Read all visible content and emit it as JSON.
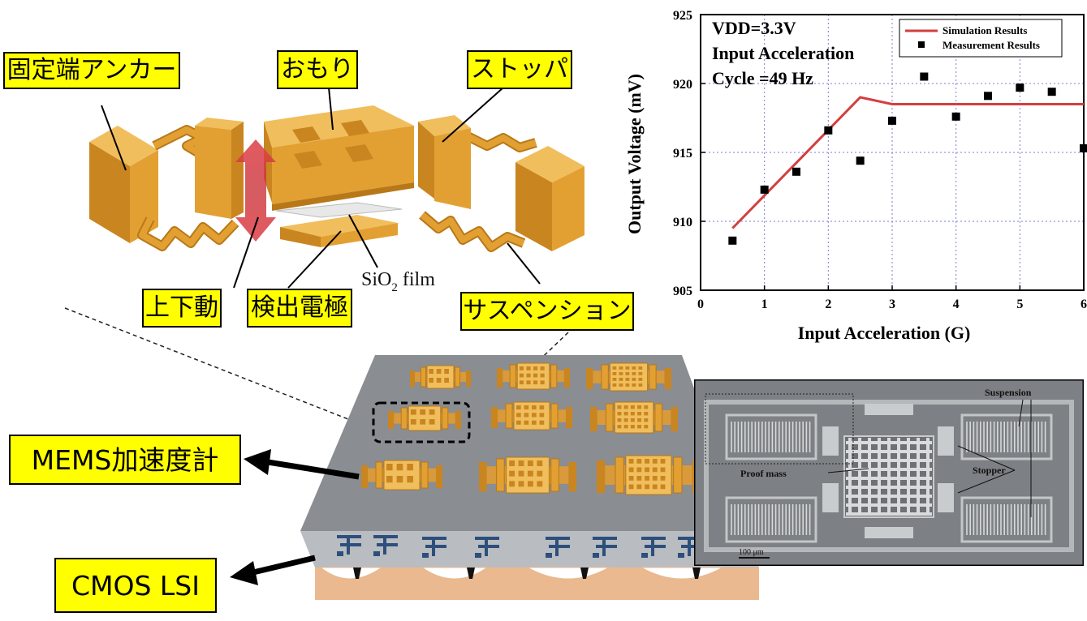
{
  "labels": {
    "anchor": "固定端アンカー",
    "mass": "おもり",
    "stopper": "ストッパ",
    "updown": "上下動",
    "electrode": "検出電極",
    "suspension": "サスペンション",
    "mems": "MEMS加速度計",
    "cmos": "CMOS LSI",
    "sio2_prefix": "SiO",
    "sio2_sub": "2",
    "sio2_suffix": " film"
  },
  "sem": {
    "suspension": "Suspension",
    "proof_mass": "Proof mass",
    "stopper": "Stopper",
    "scale": "100 μm"
  },
  "colors": {
    "gold": "#e3a032",
    "gold_dark": "#b87818",
    "gold_light": "#f2c46a",
    "arrow_red": "#d9363e",
    "chip_top": "#8a8d92",
    "chip_side": "#b9bcc0",
    "substrate": "#eab98f",
    "metal_blue": "#2c4f7c",
    "sim_line": "#d33f3f",
    "label_bg": "#ffff00"
  },
  "chart_data": {
    "type": "scatter",
    "xlabel": "Input Acceleration (G)",
    "ylabel": "Output Voltage (mV)",
    "xlim": [
      0,
      6
    ],
    "ylim": [
      905,
      925
    ],
    "xticks": [
      0,
      1,
      2,
      3,
      4,
      5,
      6
    ],
    "yticks": [
      905,
      910,
      915,
      920,
      925
    ],
    "grid": true,
    "legend_position": "top-right",
    "annotations": [
      "VDD=3.3V",
      "Input Acceleration",
      "Cycle =49 Hz"
    ],
    "series": [
      {
        "name": "Simulation Results",
        "type": "line",
        "x": [
          0.5,
          2.5,
          3.0,
          6.0
        ],
        "y": [
          909.5,
          919.0,
          918.5,
          918.5
        ]
      },
      {
        "name": "Measurement Results",
        "type": "scatter",
        "x": [
          0.5,
          1.0,
          1.5,
          2.0,
          2.5,
          3.0,
          3.5,
          4.0,
          4.5,
          5.0,
          5.5,
          6.0
        ],
        "y": [
          908.6,
          912.3,
          913.6,
          916.6,
          914.4,
          917.3,
          920.5,
          917.6,
          919.1,
          919.7,
          919.4,
          915.3
        ]
      }
    ]
  }
}
